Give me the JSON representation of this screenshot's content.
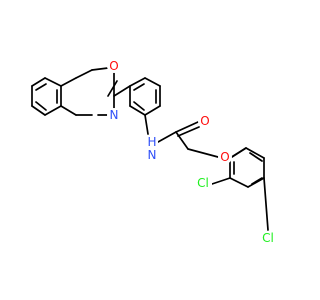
{
  "colors": {
    "bond": "#000000",
    "oxygen": "#ff0d0d",
    "nitrogen": "#3050f8",
    "chlorine": "#1ff01f",
    "background": "#ffffff"
  },
  "atoms": {
    "o_oxazole": {
      "label": "O",
      "element": "oxygen"
    },
    "n_oxazole": {
      "label": "N",
      "element": "nitrogen"
    },
    "n_amide": {
      "label": "N",
      "element": "nitrogen"
    },
    "h_amide": {
      "label": "H",
      "element": "nitrogen"
    },
    "o_carbonyl": {
      "label": "O",
      "element": "oxygen"
    },
    "o_ether": {
      "label": "O",
      "element": "oxygen"
    },
    "cl_ortho": {
      "label": "Cl",
      "element": "chlorine"
    },
    "cl_para": {
      "label": "Cl",
      "element": "chlorine"
    }
  }
}
